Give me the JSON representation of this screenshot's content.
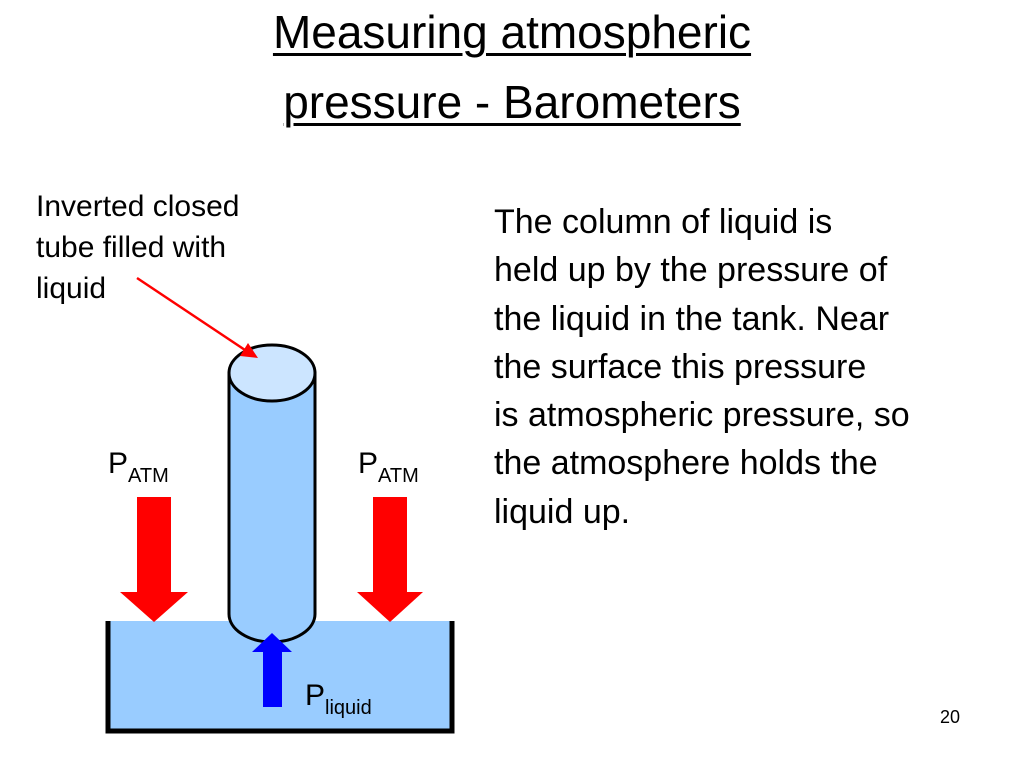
{
  "title": {
    "line1": "Measuring atmospheric",
    "line2": "pressure - Barometers"
  },
  "tube_label": {
    "lines": [
      "Inverted closed",
      "tube filled with",
      "liquid"
    ]
  },
  "explanation": {
    "lines": [
      "The column of liquid is",
      "held up by the pressure of",
      "the liquid in the tank. Near",
      "the surface this pressure",
      "is atmospheric pressure, so",
      "the atmosphere holds the",
      "liquid up."
    ]
  },
  "pressure_labels": {
    "atm_left": {
      "main": "P",
      "sub": "ATM"
    },
    "atm_right": {
      "main": "P",
      "sub": "ATM"
    },
    "liquid": {
      "main": "P",
      "sub": "liquid"
    }
  },
  "slide_number": "20",
  "colors": {
    "liquid_fill": "#99ccff",
    "tube_top_fill": "#cce5ff",
    "atm_arrow": "#ff0000",
    "liquid_arrow": "#0000ff",
    "pointer_line": "#ff0000",
    "outline": "#000000"
  }
}
